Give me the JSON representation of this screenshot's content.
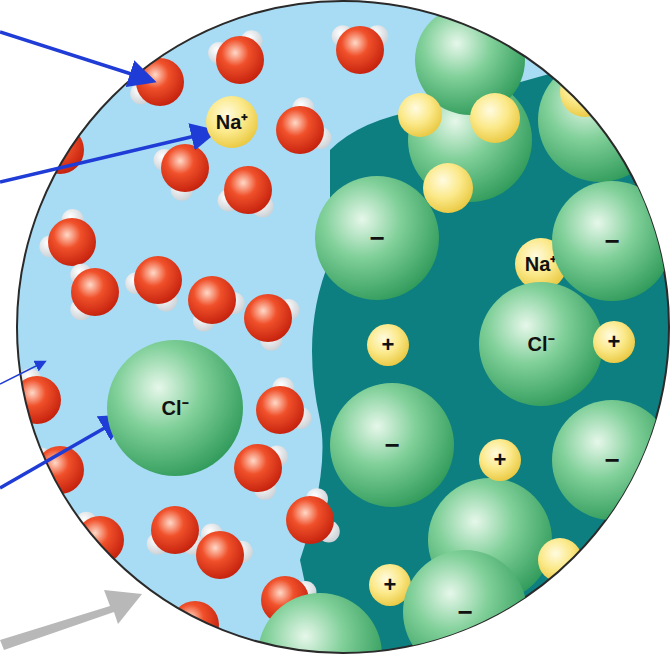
{
  "diagram": {
    "nodes": [
      {
        "text": [
          "Na⁺"
        ]
      },
      {
        "text": [
          "−"
        ]
      },
      {
        "text": [
          "Na⁺"
        ]
      },
      {
        "text": [
          "−"
        ]
      },
      {
        "text": [
          "+"
        ]
      },
      {
        "text": [
          "Cl⁻"
        ]
      },
      {
        "text": [
          "+"
        ]
      },
      {
        "text": [
          "Cl⁻"
        ]
      },
      {
        "text": [
          "−"
        ]
      },
      {
        "text": [
          "+"
        ]
      },
      {
        "text": [
          "−"
        ]
      },
      {
        "text": [
          "+"
        ]
      },
      {
        "text": [
          "−"
        ]
      }
    ]
  }
}
